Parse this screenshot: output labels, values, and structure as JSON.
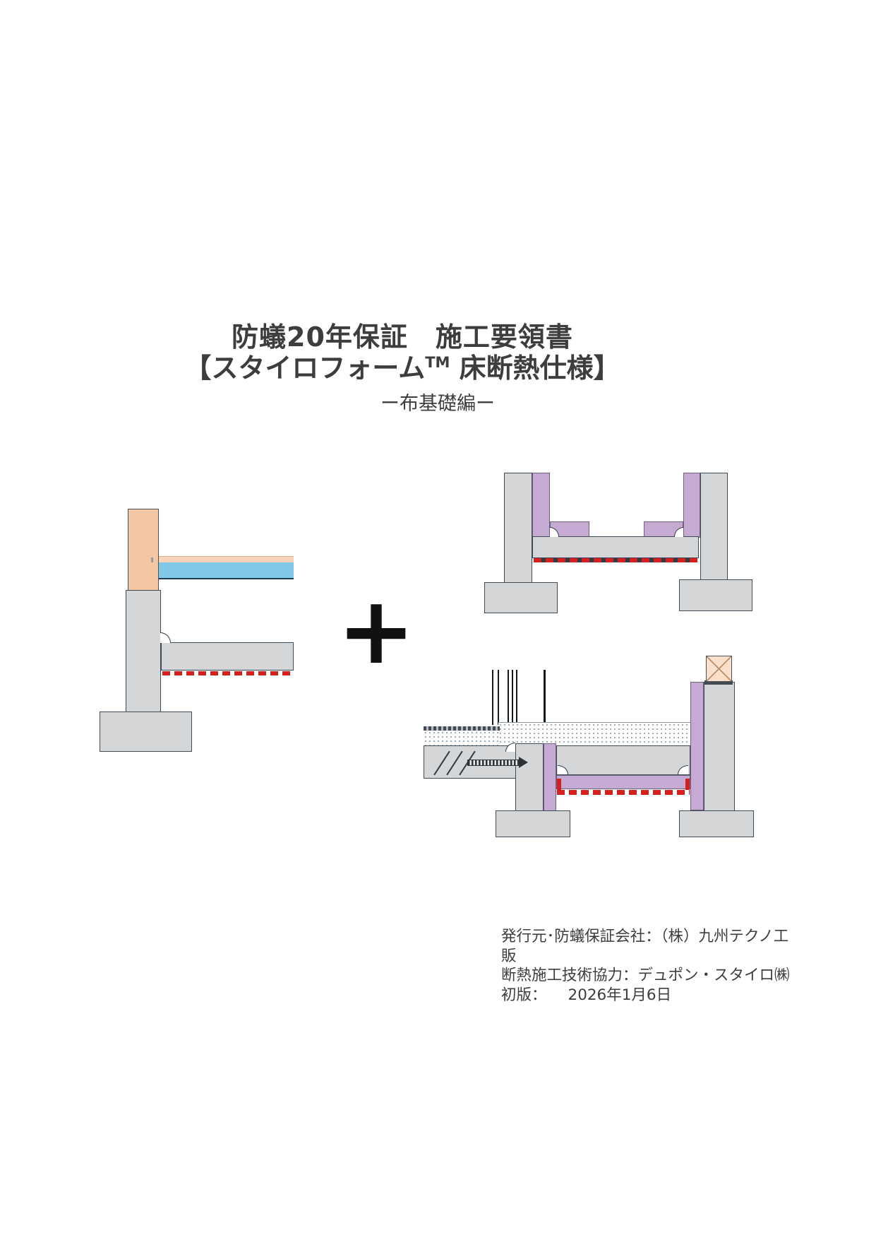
{
  "title": {
    "line1": "防蟻20年保証　施工要領書",
    "line2_prefix": "【スタイロフォーム",
    "line2_tm": "TM",
    "line2_suffix": " 床断熱仕様】",
    "line3": "ー布基礎編ー"
  },
  "plus_sign": "+",
  "footer": {
    "line1": "発行元･防蟻保証会社：（株）九州テクノ工販",
    "line2": "断熱施工技術協力：デュポン・スタイロ㈱",
    "line3_label": "初版：",
    "line3_value": "2026年1月6日"
  },
  "figures": {
    "left": "sill-and-floor-insulation-section",
    "top_right": "strip-foundation-perimeter-insulation-section",
    "bottom_right": "entrance-slab-foundation-insulation-section"
  },
  "colors": {
    "text": "#3d3d3d",
    "concrete": "#d5d6d8",
    "concrete-border": "#3f4b55",
    "insulation-purple": "#c5aad4",
    "purple-border": "#6f6080",
    "wood": "#f4c7a4",
    "floor-strip": "#f7d3ba",
    "styrofoam-blue": "#80c8e8",
    "blue-border": "#1e3c55",
    "termite-red": "#d62020",
    "lumber-fill": "#fae0cb",
    "sill-dark": "#3f4b55"
  }
}
